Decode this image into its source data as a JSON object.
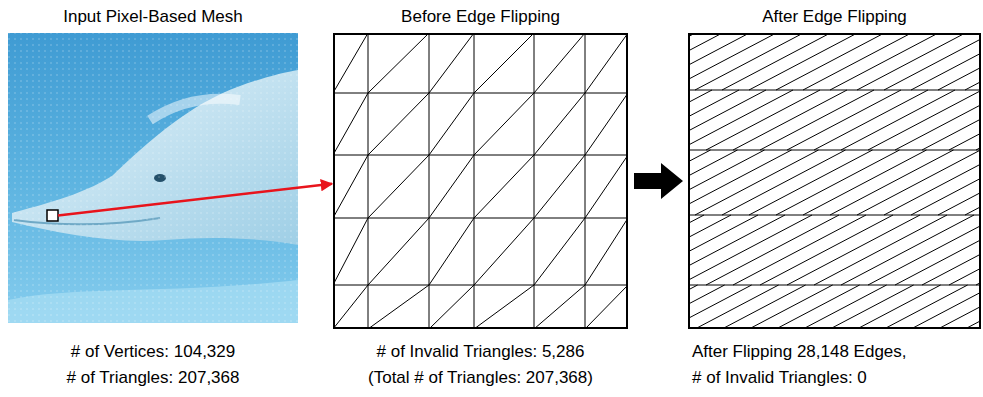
{
  "diagram": {
    "nodes": [
      {
        "text": [
          "Input Pixel-Based Mesh",
          "# of Vertices: 104,329",
          "# of Triangles: 207,368"
        ]
      },
      {
        "text": [
          "Before Edge Flipping",
          "# of Invalid Triangles: 5,286",
          "(Total # of Triangles: 207,368)"
        ]
      },
      {
        "text": [
          "After Edge Flipping",
          "After Flipping 28,148 Edges,",
          "# of Invalid Triangles: 0"
        ]
      }
    ],
    "edges": [
      {
        "from": 0,
        "to": 1,
        "arrow": "to"
      },
      {
        "from": 1,
        "to": 2,
        "arrow": "to"
      }
    ]
  }
}
